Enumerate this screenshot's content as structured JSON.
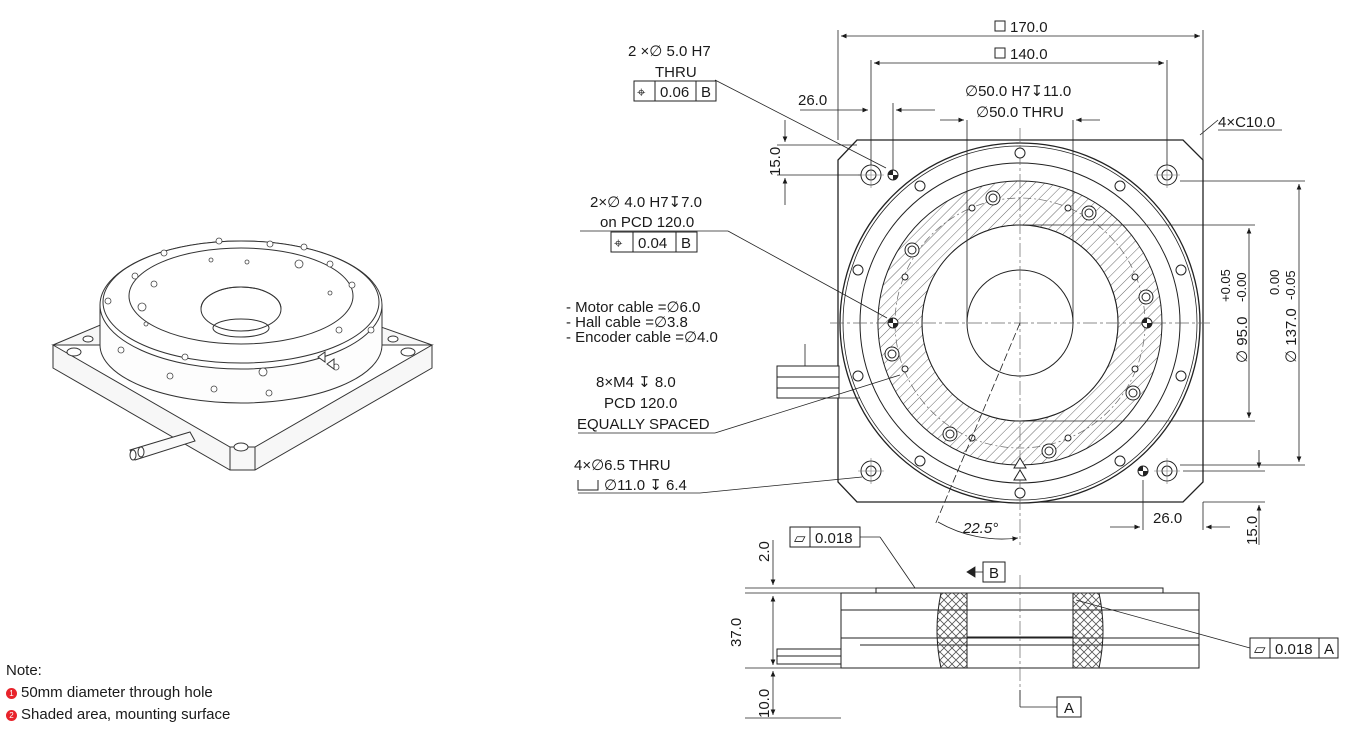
{
  "note": {
    "title": "Note:",
    "items": [
      {
        "marker": "1",
        "text": "50mm diameter through hole"
      },
      {
        "marker": "2",
        "text": "Shaded area, mounting surface"
      }
    ],
    "marker_color": "#e8232b"
  },
  "dims": {
    "sq170": "170.0",
    "sq140": "140.0",
    "d26_top": "26.0",
    "d15_top": "15.0",
    "chamfer": "4×C10.0",
    "hole50": "∅50.0 H7↧11.0",
    "hole50b": "∅50.0 THRU",
    "d95": "∅ 95.0",
    "d95_tol_up": "+0.05",
    "d95_tol_lo": "-0.00",
    "d137": "∅ 137.0",
    "d137_tol_up": "0.00",
    "d137_tol_lo": "-0.05",
    "angle": "22.5°",
    "d26_bottom": "26.0",
    "d15_bottom": "15.0",
    "h2": "2.0",
    "h37": "37.0",
    "h10": "10.0"
  },
  "callouts": {
    "pin_hole": {
      "line1": "2 ×∅ 5.0 H7",
      "line2": "THRU",
      "fcf_sym": "⌖",
      "fcf_val": "0.06",
      "fcf_ref": "B"
    },
    "pcd_hole": {
      "line1": "2×∅ 4.0 H7↧7.0",
      "line2": "on PCD 120.0",
      "fcf_sym": "⌖",
      "fcf_val": "0.04",
      "fcf_ref": "B"
    },
    "cables": [
      "- Motor cable =∅6.0",
      "- Hall cable =∅3.8",
      "- Encoder cable =∅4.0"
    ],
    "tapped": {
      "line1": "8×M4 ↧ 8.0",
      "line2": "PCD 120.0",
      "line3": "EQUALLY SPACED"
    },
    "thru": {
      "line1": "4×∅6.5 THRU",
      "line2": "∅11.0 ↧ 6.4"
    },
    "flat_top": {
      "sym": "⏥",
      "val": "0.018"
    },
    "flat_side": {
      "sym": "⏥",
      "val": "0.018",
      "ref": "A"
    },
    "datum_b": "B",
    "datum_a": "A"
  }
}
